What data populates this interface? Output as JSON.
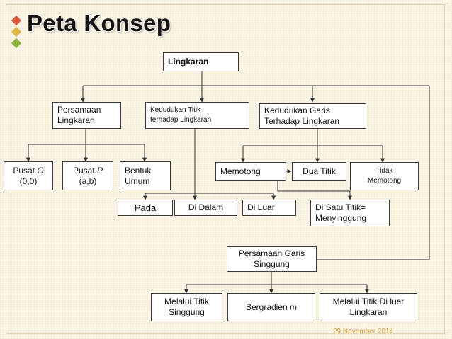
{
  "slide": {
    "title": "Peta Konsep",
    "date": "29 November 2014",
    "accent_color": "#d9a441",
    "deco_colors": [
      "#d8563b",
      "#e0b547",
      "#8bb140"
    ]
  },
  "nodes": {
    "lingkaran": "Lingkaran",
    "persamaan_lingkaran": "Persamaan\nLingkaran",
    "kedudukan_titik": "Kedudukan Titik\nterhadap Lingkaran",
    "kedudukan_garis": "Kedudukan Garis\nTerhadap Lingkaran",
    "pusat_o_prefix": "Pusat ",
    "pusat_o_var": "O",
    "pusat_o_coord": "(0,0)",
    "pusat_p_prefix": "Pusat ",
    "pusat_p_var": "P",
    "pusat_p_coord": "(a,b)",
    "bentuk_umum": "Bentuk\nUmum",
    "memotong": "Memotong",
    "dua_titik": "Dua Titik",
    "tidak_memotong": "Tidak\nMemotong",
    "pada": "Pada",
    "di_dalam": "Di Dalam",
    "di_luar": "Di Luar",
    "di_satu_titik": "Di Satu Titik=\nMenyinggung",
    "persamaan_garis_singgung": "Persamaan Garis\nSinggung",
    "melalui_titik_singgung": "Melalui Titik\nSinggung",
    "bergradien_prefix": "Bergradien ",
    "bergradien_var": "m",
    "melalui_titik_di_luar": "Melalui Titik Di luar\nLingkaran"
  }
}
